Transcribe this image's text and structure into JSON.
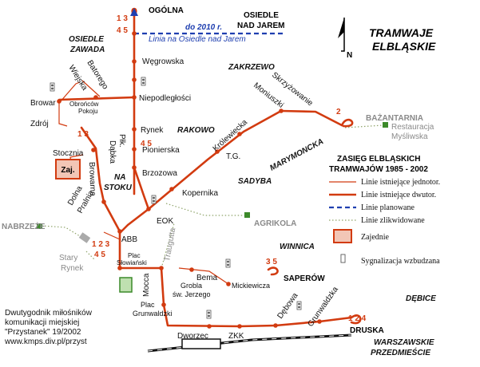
{
  "title": {
    "line1": "TRAMWAJE",
    "line2": "ELBLĄSKIE",
    "north": "N"
  },
  "termini": {
    "ogolna": "OGÓLNA",
    "osiedle_nad_jarem_1": "OSIEDLE",
    "osiedle_nad_jarem_2": "NAD JAREM",
    "bazantarnia": "BAŻANTARNIA",
    "saperow": "SAPERÓW",
    "druska": "DRUSKA",
    "nabrzeze": "NABRZEŻE",
    "agrikola": "AGRIKOLA",
    "restauracja_1": "Restauracja",
    "restauracja_2": "Myśliwska"
  },
  "districts": {
    "zawada_1": "OSIEDLE",
    "zawada_2": "ZAWADA",
    "zakrzewo": "ZAKRZEWO",
    "rakowo": "RAKOWO",
    "na_stoku_1": "NA",
    "na_stoku_2": "STOKU",
    "sadyba": "SADYBA",
    "marymoncka": "MARYMONCKA",
    "winnica": "WINNICA",
    "debice": "DĘBICE",
    "warszawskie_1": "WARSZAWSKIE",
    "warszawskie_2": "PRZEDMIEŚCIE"
  },
  "streets": {
    "wegrowska": "Węgrowska",
    "niepodleglosci": "Niepodległości",
    "rynek": "Rynek",
    "pionierska": "Pionierska",
    "brzozowa": "Brzozowa",
    "pik_dabka_1": "Płk.",
    "pik_dabka_2": "Dąbka",
    "browar": "Browar",
    "zdroj": "Zdrój",
    "wiejska": "Wiejska",
    "batorego": "Batorego",
    "obroncow_1": "Obrońców",
    "obroncow_2": "Pokoju",
    "stocznia": "Stocznia",
    "browarna": "Browarna",
    "dolna": "Dolna",
    "pralnia": "Pralnia",
    "abb": "ABB",
    "eok": "EOK",
    "kopernika": "Kopernika",
    "tg": "T.G.",
    "krolewiecka": "Królewiecka",
    "moniuszki": "Moniuszki",
    "skrzyzowanie": "Skrzyżowanie",
    "stary_1": "Stary",
    "stary_2": "Rynek",
    "plac_sl_1": "Plac",
    "plac_sl_2": "Słowiański",
    "traugutta": "Traugutta",
    "mocca": "Mocca",
    "bema": "Bema",
    "mickiewicza": "Mickiewicza",
    "grobla_1": "Grobla",
    "grobla_2": "św. Jerzego",
    "plac_gr_1": "Plac",
    "plac_gr_2": "Grunwaldzki",
    "debowa": "Dębowa",
    "grunwaldzka": "Grunwaldzka",
    "dworzec": "Dworzec",
    "zkk": "ZKK"
  },
  "depot_label": "Zaj.",
  "routes": {
    "ogolna_a": "1 3",
    "ogolna_b": "4 5",
    "bazantarnia": "2",
    "stocznia": "1 3",
    "pionierska": "4 5",
    "abb_a": "1 2 3",
    "abb_b": "4 5",
    "saperow": "3 5",
    "druska": "1 2 4"
  },
  "planned": {
    "year": "do 2010 r.",
    "caption": "Linia na Osiedle nad Jarem"
  },
  "legend": {
    "title1": "ZASIĘG ELBLĄSKICH",
    "title2": "TRAMWAJÓW 1985 - 2002",
    "items": [
      "Linie istniejące jednotor.",
      "Linie istniejące dwutor.",
      "Linie planowane",
      "Linie zlikwidowane",
      "Zajednie",
      "Sygnalizacja wzbudzana"
    ]
  },
  "credit": [
    "Dwutygodnik miłośników",
    "komunikacji miejskiej",
    "\"Przystanek\" 19/2002",
    "www.kmps.div.pl/przyst"
  ],
  "colors": {
    "tram": "#d23b10",
    "planned": "#1f3fb0",
    "abandoned": "#8fa46a",
    "green_stop": "#3c8a2a"
  }
}
